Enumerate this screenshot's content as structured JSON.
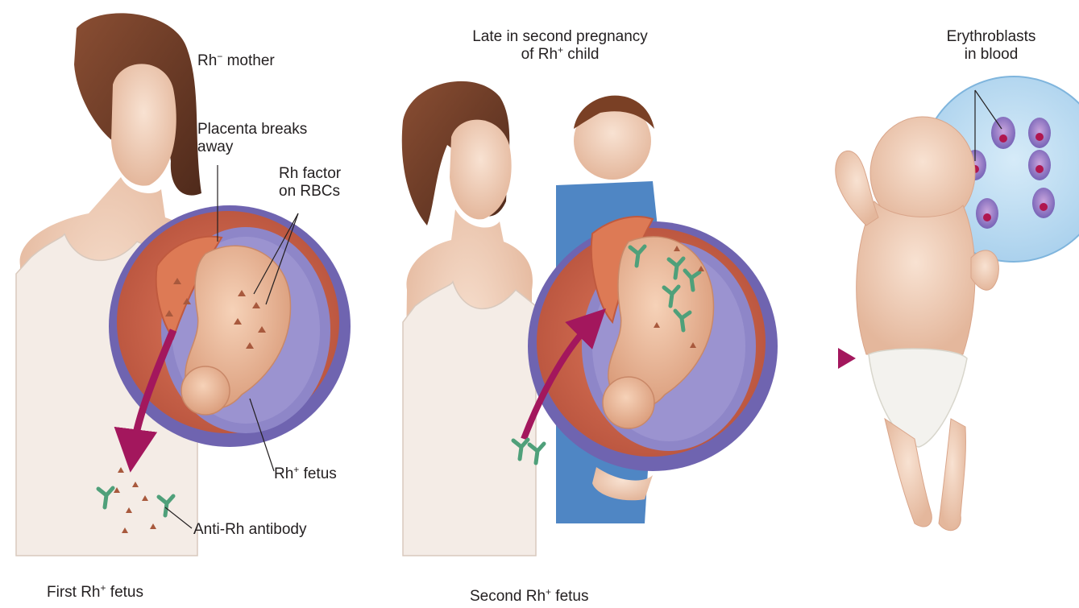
{
  "panel1": {
    "mother_label": {
      "main": "Rh",
      "sup": "−",
      "rest": " mother"
    },
    "placenta_label": [
      "Placenta breaks",
      "away"
    ],
    "rh_factor_label": [
      "Rh factor",
      "on RBCs"
    ],
    "fetus_label": {
      "main": "Rh",
      "sup": "+",
      "rest": " fetus"
    },
    "antibody_label": "Anti-Rh antibody",
    "caption": {
      "pre": "First Rh",
      "sup": "+",
      "rest": " fetus"
    }
  },
  "panel2": {
    "title_line1": "Late in second pregnancy",
    "title_line2": {
      "pre": "of Rh",
      "sup": "+",
      "rest": " child"
    },
    "caption": {
      "pre": "Second Rh",
      "sup": "+",
      "rest": " fetus"
    }
  },
  "panel3": {
    "erythroblast_label": [
      "Erythroblasts",
      "in blood"
    ]
  },
  "colors": {
    "skin": "#f1d2bd",
    "skin_shadow": "#e0b196",
    "hair": "#6b3a26",
    "uterus_outer": "#6f64b0",
    "uterus_wall": "#c8654e",
    "amniotic": "#8e86c8",
    "fetus": "#eab79a",
    "arrow": "#a3175d",
    "antibody": "#4fa07a",
    "rbc": "#a8593d",
    "blood_disk": "#bcdcf2",
    "erythroblast": "#7a66b8",
    "nucleus": "#b0174f"
  }
}
